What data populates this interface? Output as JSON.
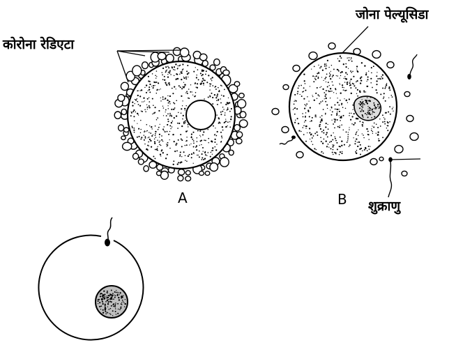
{
  "labels": {
    "corona_radiata": "कोरोना रेडिएटा",
    "zona_pellucida": "जोना पेल्यूसिडा",
    "sperm": "शुक्राणु",
    "fig_a": "A",
    "fig_b": "B"
  },
  "colors": {
    "ink": "#000000",
    "background": "#ffffff"
  }
}
